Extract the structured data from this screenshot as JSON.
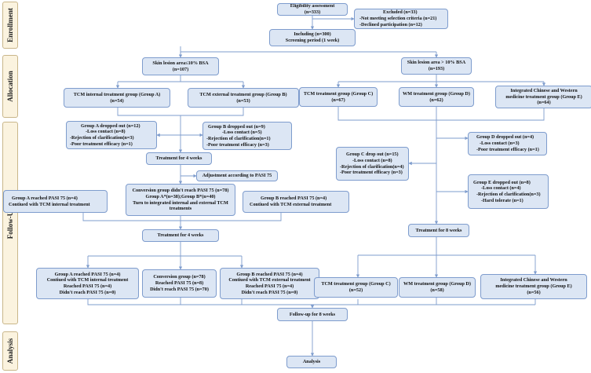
{
  "phases": [
    "Enrollment",
    "Allocation",
    "Follow-Up",
    "Analysis"
  ],
  "eligibility": [
    "Eligibility assessment",
    "(n=333)"
  ],
  "excluded": [
    "Excluded (n=33)",
    "-Not meeting selection criteria (n=21)",
    "-Declined participation (n=12)"
  ],
  "including": [
    "Including (n=300)",
    "Screening period (1 week)"
  ],
  "lesion_small": [
    "Skin lesion area≤10% BSA",
    "(n=107)"
  ],
  "lesion_large": [
    "Skin lesion area > 10% BSA",
    "(n=193)"
  ],
  "group_a": [
    "TCM internal treatment group (Group A)",
    "(n=54)"
  ],
  "group_b": [
    "TCM external treatment group (Group B)",
    "(n=53)"
  ],
  "group_c": [
    "TCM treatment group (Group C)",
    "(n=67)"
  ],
  "group_d": [
    "WM treatment group (Group D)",
    "(n=62)"
  ],
  "group_e": [
    "Integrated Chinese and Western",
    "medicine treatment group (Group E)",
    "(n=64)"
  ],
  "a_dropout": [
    "Group A dropped out (n=12)",
    "-Loss contact (n=8)",
    "-Rejection of clarification(n=3)",
    "-Poor treatment efficacy (n=1)"
  ],
  "b_dropout": [
    "Group B dropped out (n=9)",
    "-Loss contact (n=5)",
    "-Rejection of clarification(n=1)",
    "-Poor treatment efficacy (n=3)"
  ],
  "treat4_first": [
    "Treatment for 4 weeks"
  ],
  "adjustment": [
    "Adjustment according to PASI 75"
  ],
  "conversion": [
    "Conversion group didn't reach PASI 75 (n=78)",
    "Group A*(n=38);Group B*(n=40)",
    "Turn to integrated internal and external TCM",
    "treatments"
  ],
  "a_reached_1": [
    "Group A reached PASI 75 (n=4)",
    "Contiued with TCM internal treatment"
  ],
  "b_reached_1": [
    "Group B reached PASI 75 (n=4)",
    "Contiued with TCM external treatment"
  ],
  "treat4_second": [
    "Treatment for 4 weeks"
  ],
  "a_final": [
    "Group A reached PASI 75 (n=4)",
    "Contiued with TCM internal treatment",
    "Reached PASI 75 (n=4)",
    "Didn't reach PASI 75 (n=0)"
  ],
  "conv_final": [
    "Conversion group (n=78)",
    "Reached PASI 75 (n=8)",
    "Didn't reach PASI 75 (n=70)"
  ],
  "b_final": [
    "Group B reached PASI 75 (n=4)",
    "Contiued with TCM external treatment",
    "Reached PASI 75 (n=4)",
    "Didn't reach PASI 75 (n=0)"
  ],
  "c_dropout": [
    "Group C drop out (n=15)",
    "-Loss contact (n=8)",
    "-Rejection of clarification(n=4)",
    "-Poor treatment efficacy (n=3)"
  ],
  "d_dropout": [
    "Group D dropped out (n=4)",
    "-Loss contact (n=3)",
    "-Poor treatment efficacy (n=1)"
  ],
  "e_dropout": [
    "Group E dropped out (n=8)",
    "-Loss contact (n=4)",
    "-Rejection of clarification(n=3)",
    "-Hard tolerate (n=1)"
  ],
  "treat8": [
    "Treatment for 8 weeks"
  ],
  "c_final": [
    "TCM treatment group (Group C)",
    "(n=52)"
  ],
  "d_final": [
    "WM treatment group (Group D)",
    "(n=58)"
  ],
  "e_final": [
    "Integrated Chinese and Western",
    "medicine treatment group (Group E)",
    "(n=56)"
  ],
  "followup": [
    "Follow-up for 8 weeks"
  ],
  "analysis": [
    "Analysis"
  ]
}
